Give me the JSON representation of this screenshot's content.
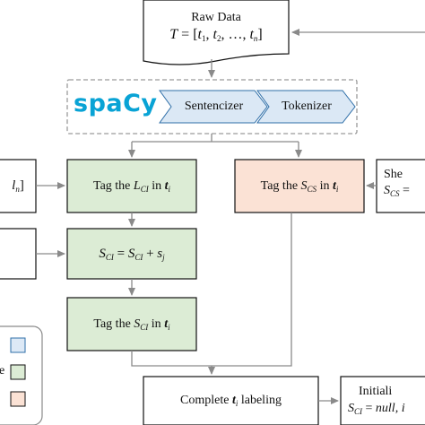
{
  "raw_data": {
    "title": "Raw Data",
    "formula": {
      "lhs": "T",
      "eq": " = [",
      "t1": "t",
      "s1": "1",
      "c1": ", ",
      "t2": "t",
      "s2": "2",
      "c2": ", …, ",
      "tn": "t",
      "sn": "n",
      "end": "]"
    }
  },
  "spacy": {
    "logo": "spaCy",
    "sentencizer": "Sentencizer",
    "tokenizer": "Tokenizer"
  },
  "left_partial": {
    "top_text_l": "l",
    "top_text_sub": "n",
    "top_text_end": "]"
  },
  "tag_lci": {
    "pre": "Tag the ",
    "var": "L",
    "sub": "CI",
    "mid": " in ",
    "var2": "t",
    "sub2": "i"
  },
  "tag_scs": {
    "pre": "Tag the ",
    "var": "S",
    "sub": "CS",
    "mid": " in ",
    "var2": "t",
    "sub2": "i"
  },
  "sum_box": {
    "a": "S",
    "as": "CI",
    "eq": " = ",
    "b": "S",
    "bs": "CI",
    "plus": " + ",
    "c": "s",
    "cs": "j"
  },
  "tag_sci": {
    "pre": "Tag the ",
    "var": "S",
    "sub": "CI",
    "mid": " in ",
    "var2": "t",
    "sub2": "i"
  },
  "right_partial": {
    "line1": "She",
    "var": "S",
    "sub": "CS",
    "eq": " ="
  },
  "complete": {
    "pre": "Complete ",
    "var": "t",
    "sub": "i",
    "post": " labeling"
  },
  "init": {
    "line1": "Initiali",
    "var": "S",
    "sub": "CI",
    "eq": " = ",
    "val": "null",
    "rest": ", i"
  },
  "legend": {
    "partial_label": "e"
  },
  "colors": {
    "green_fill": "#dcecd5",
    "orange_fill": "#fbe2d5",
    "blue_fill": "#dde9f6",
    "chevron_fill": "#dbe8f5",
    "spacy_blue": "#09a3d5",
    "stroke": "#111111",
    "arrow_gray": "#8a8a8a",
    "dashed": "#9a9a9a"
  }
}
